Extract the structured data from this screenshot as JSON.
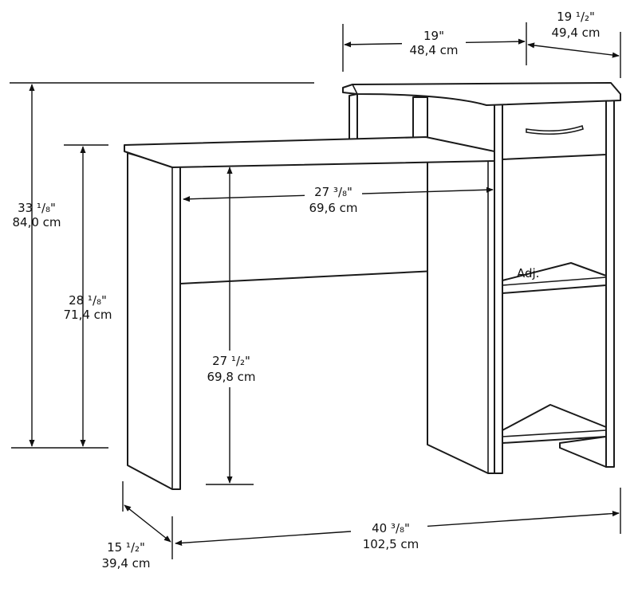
{
  "colors": {
    "line": "#1a1a1a",
    "background": "#ffffff"
  },
  "dimensions": {
    "shelf_width": {
      "imperial": "19\"",
      "metric": "48,4 cm"
    },
    "shelf_depth": {
      "imperial": "19 ¹/₂\"",
      "metric": "49,4 cm"
    },
    "overall_height": {
      "imperial": "33 ¹/₈\"",
      "metric": "84,0 cm"
    },
    "desk_height": {
      "imperial": "28 ¹/₈\"",
      "metric": "71,4 cm"
    },
    "knee_width": {
      "imperial": "27 ³/₈\"",
      "metric": "69,6 cm"
    },
    "knee_height": {
      "imperial": "27 ¹/₂\"",
      "metric": "69,8 cm"
    },
    "overall_width": {
      "imperial": "40 ³/₈\"",
      "metric": "102,5 cm"
    },
    "overall_depth": {
      "imperial": "15 ¹/₂\"",
      "metric": "39,4 cm"
    }
  },
  "shelf_note": "Adj."
}
